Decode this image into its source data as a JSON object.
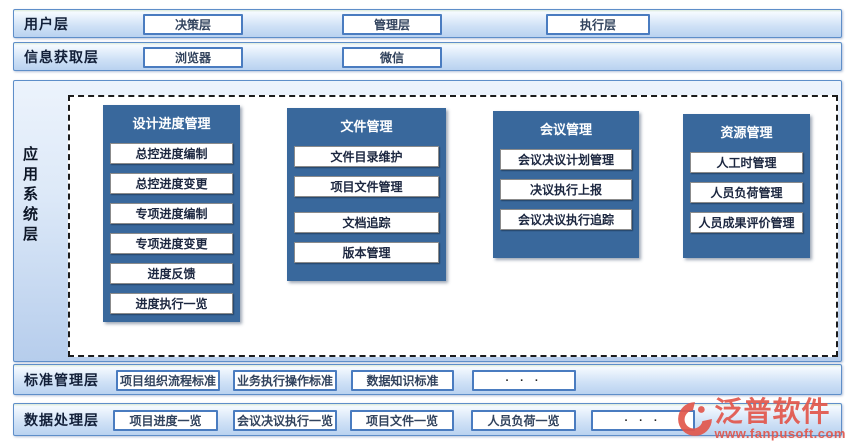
{
  "layers": {
    "user": {
      "label": "用户层",
      "items": [
        "决策层",
        "管理层",
        "执行层"
      ]
    },
    "info": {
      "label": "信息获取层",
      "items": [
        "浏览器",
        "微信"
      ]
    },
    "app": {
      "label": "应用系统层",
      "panels": [
        {
          "title": "设计进度管理",
          "items": [
            "总控进度编制",
            "总控进度变更",
            "专项进度编制",
            "专项进度变更",
            "进度反馈",
            "进度执行一览"
          ]
        },
        {
          "title": "文件管理",
          "items": [
            "文件目录维护",
            "项目文件管理",
            "文档追踪",
            "版本管理"
          ]
        },
        {
          "title": "会议管理",
          "items": [
            "会议决议计划管理",
            "决议执行上报",
            "会议决议执行追踪"
          ]
        },
        {
          "title": "资源管理",
          "items": [
            "人工时管理",
            "人员负荷管理",
            "人员成果评价管理"
          ]
        }
      ]
    },
    "standard": {
      "label": "标准管理层",
      "items": [
        "项目组织流程标准",
        "业务执行操作标准",
        "数据知识标准",
        "· · ·"
      ]
    },
    "data": {
      "label": "数据处理层",
      "items": [
        "项目进度一览",
        "会议决议执行一览",
        "项目文件一览",
        "人员负荷一览",
        "· · ·"
      ]
    }
  },
  "watermark": {
    "brand": "泛普软件",
    "url": "www.fanpusoft.com"
  },
  "colors": {
    "panel_blue": "#39689c",
    "band_border": "#5e8ec9",
    "band_fill_top": "#f5faff",
    "band_fill_bottom": "#b9d2f0",
    "accent_red": "#e2574c",
    "node_border_blue": "#4a7cc0"
  }
}
